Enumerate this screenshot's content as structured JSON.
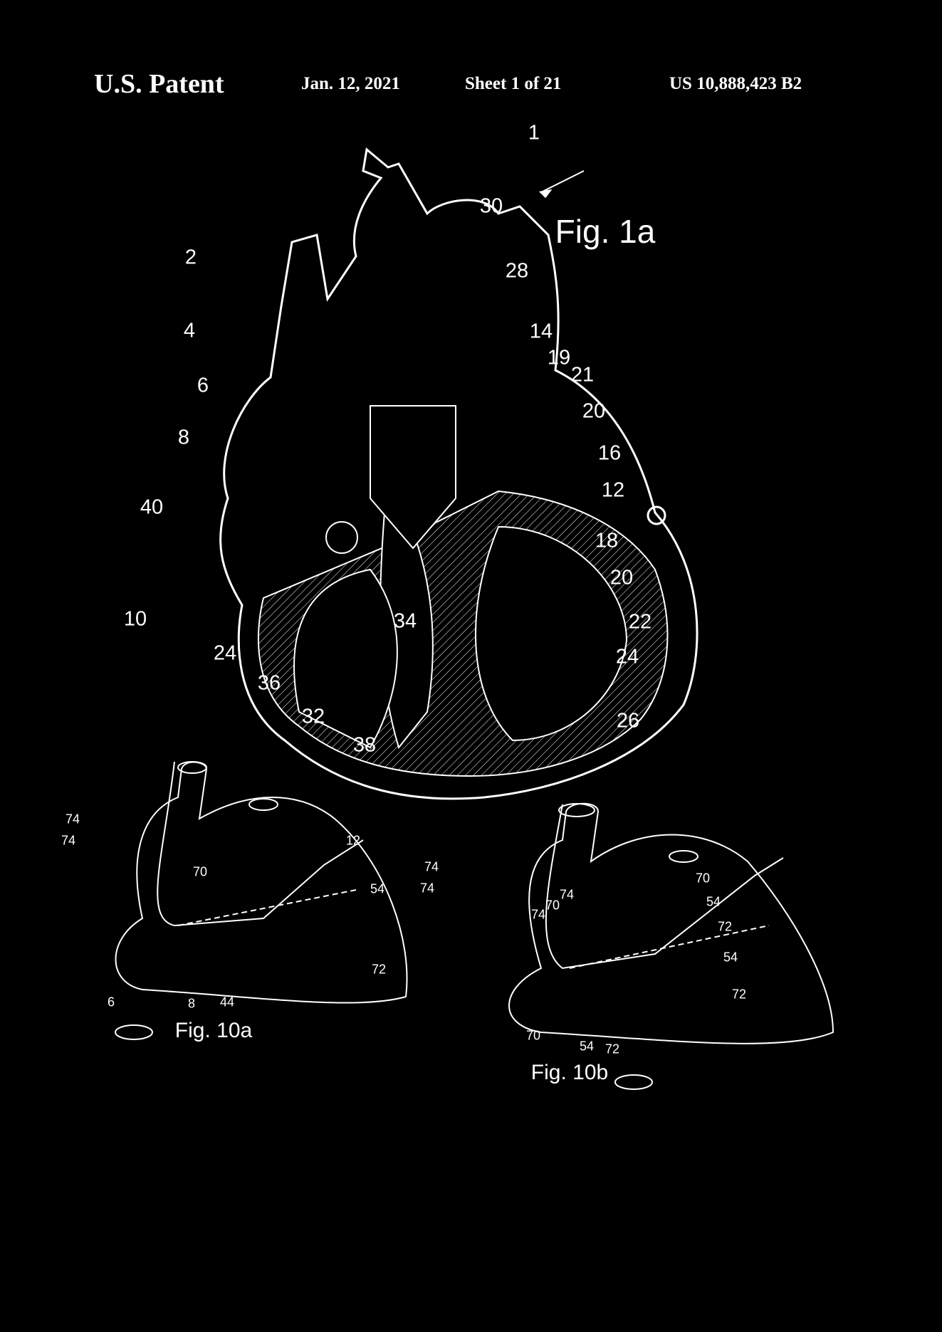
{
  "header": {
    "title": "U.S. Patent",
    "date": "Jan. 12, 2021",
    "sheet": "Sheet 1 of 21",
    "number": "US 10,888,423 B2"
  },
  "figures": {
    "fig1a": "Fig. 1a",
    "fig10a": "Fig. 10a",
    "fig10b": "Fig. 10b"
  },
  "fig1a_labels": [
    "1",
    "30",
    "2",
    "28",
    "4",
    "14",
    "19",
    "6",
    "21",
    "8",
    "20",
    "16",
    "40",
    "12",
    "18",
    "20",
    "10",
    "22",
    "34",
    "24",
    "24",
    "36",
    "32",
    "26",
    "38"
  ],
  "fig10a_labels": [
    "74",
    "74",
    "12",
    "70",
    "54",
    "72",
    "6",
    "8",
    "44"
  ],
  "fig10b_labels": [
    "74",
    "74",
    "70",
    "74",
    "70",
    "54",
    "74",
    "72",
    "54",
    "72",
    "70",
    "54",
    "72"
  ]
}
